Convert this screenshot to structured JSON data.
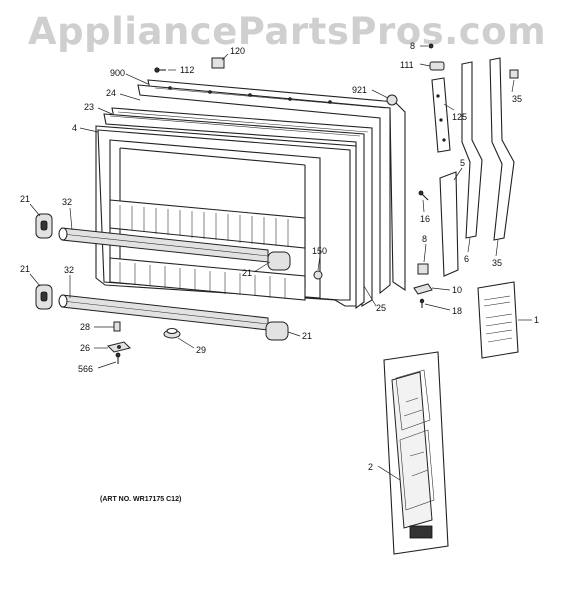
{
  "watermark": "AppliancePartsPros.com",
  "art_number": "(ART NO. WR17175 C12)",
  "callouts": {
    "c120": "120",
    "c112": "112",
    "c900": "900",
    "c24": "24",
    "c23": "23",
    "c4": "4",
    "c921": "921",
    "c8a": "8",
    "c111": "111",
    "c35a": "35",
    "c125": "125",
    "c5": "5",
    "c16": "16",
    "c8b": "8",
    "c6": "6",
    "c35b": "35",
    "c10": "10",
    "c18": "18",
    "c1": "1",
    "c21a": "21",
    "c32a": "32",
    "c21b": "21",
    "c32b": "32",
    "c150": "150",
    "c21c": "21",
    "c25": "25",
    "c21d": "21",
    "c28": "28",
    "c26": "26",
    "c566": "566",
    "c29": "29",
    "c2": "2"
  }
}
